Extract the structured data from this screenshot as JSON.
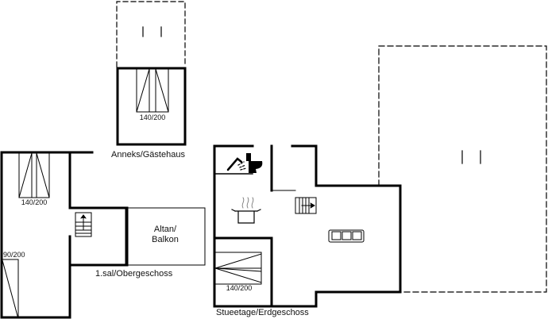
{
  "floors": {
    "annex": {
      "title": "Anneks/Gästehaus",
      "bed": "140/200"
    },
    "first": {
      "title": "1.sal/Obergeschoss",
      "bed_main": "140/200",
      "bed_small": "90/200",
      "balcony_line1": "Altan/",
      "balcony_line2": "Balkon"
    },
    "ground": {
      "title": "Stueetage/Erdgeschoss",
      "bed": "140/200"
    }
  },
  "icons": [
    "shower-icon",
    "toilet-icon",
    "cooking-pot-icon",
    "sofa-icon",
    "stairs-icon"
  ],
  "colors": {
    "wall": "#000000",
    "background": "#ffffff",
    "outline": "#333333"
  }
}
